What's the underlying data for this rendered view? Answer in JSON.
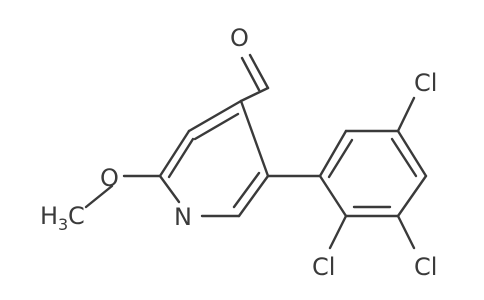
{
  "molecule": {
    "atoms": {
      "aldehyde_oxygen": "O",
      "methoxy_oxygen": "O",
      "methyl_carbon": "C",
      "methyl_prefix": "H",
      "methyl_subscript": "3",
      "ring_nitrogen": "N",
      "chlorine_2": "Cl",
      "chlorine_3": "Cl",
      "chlorine_5": "Cl"
    }
  }
}
